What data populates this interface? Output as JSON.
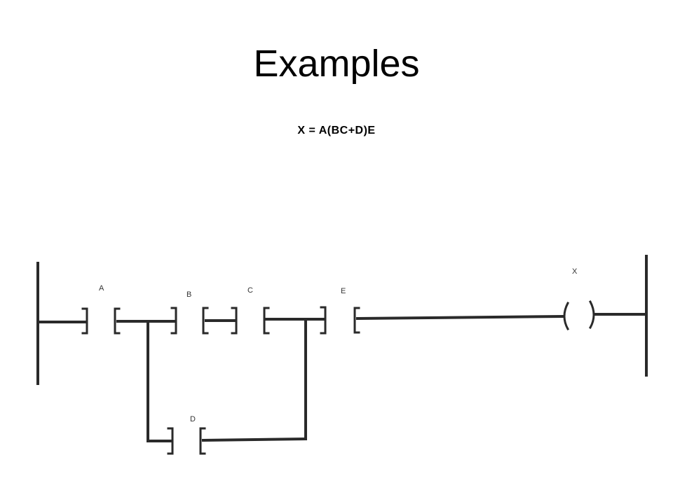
{
  "slide": {
    "title": "Examples",
    "equation": "X = A(BC+D)E"
  },
  "diagram": {
    "contacts": {
      "a": "A",
      "b": "B",
      "c": "C",
      "d": "D",
      "e": "E"
    },
    "coil": "X"
  },
  "colors": {
    "line": "#2a2a2a",
    "background": "#ffffff"
  }
}
